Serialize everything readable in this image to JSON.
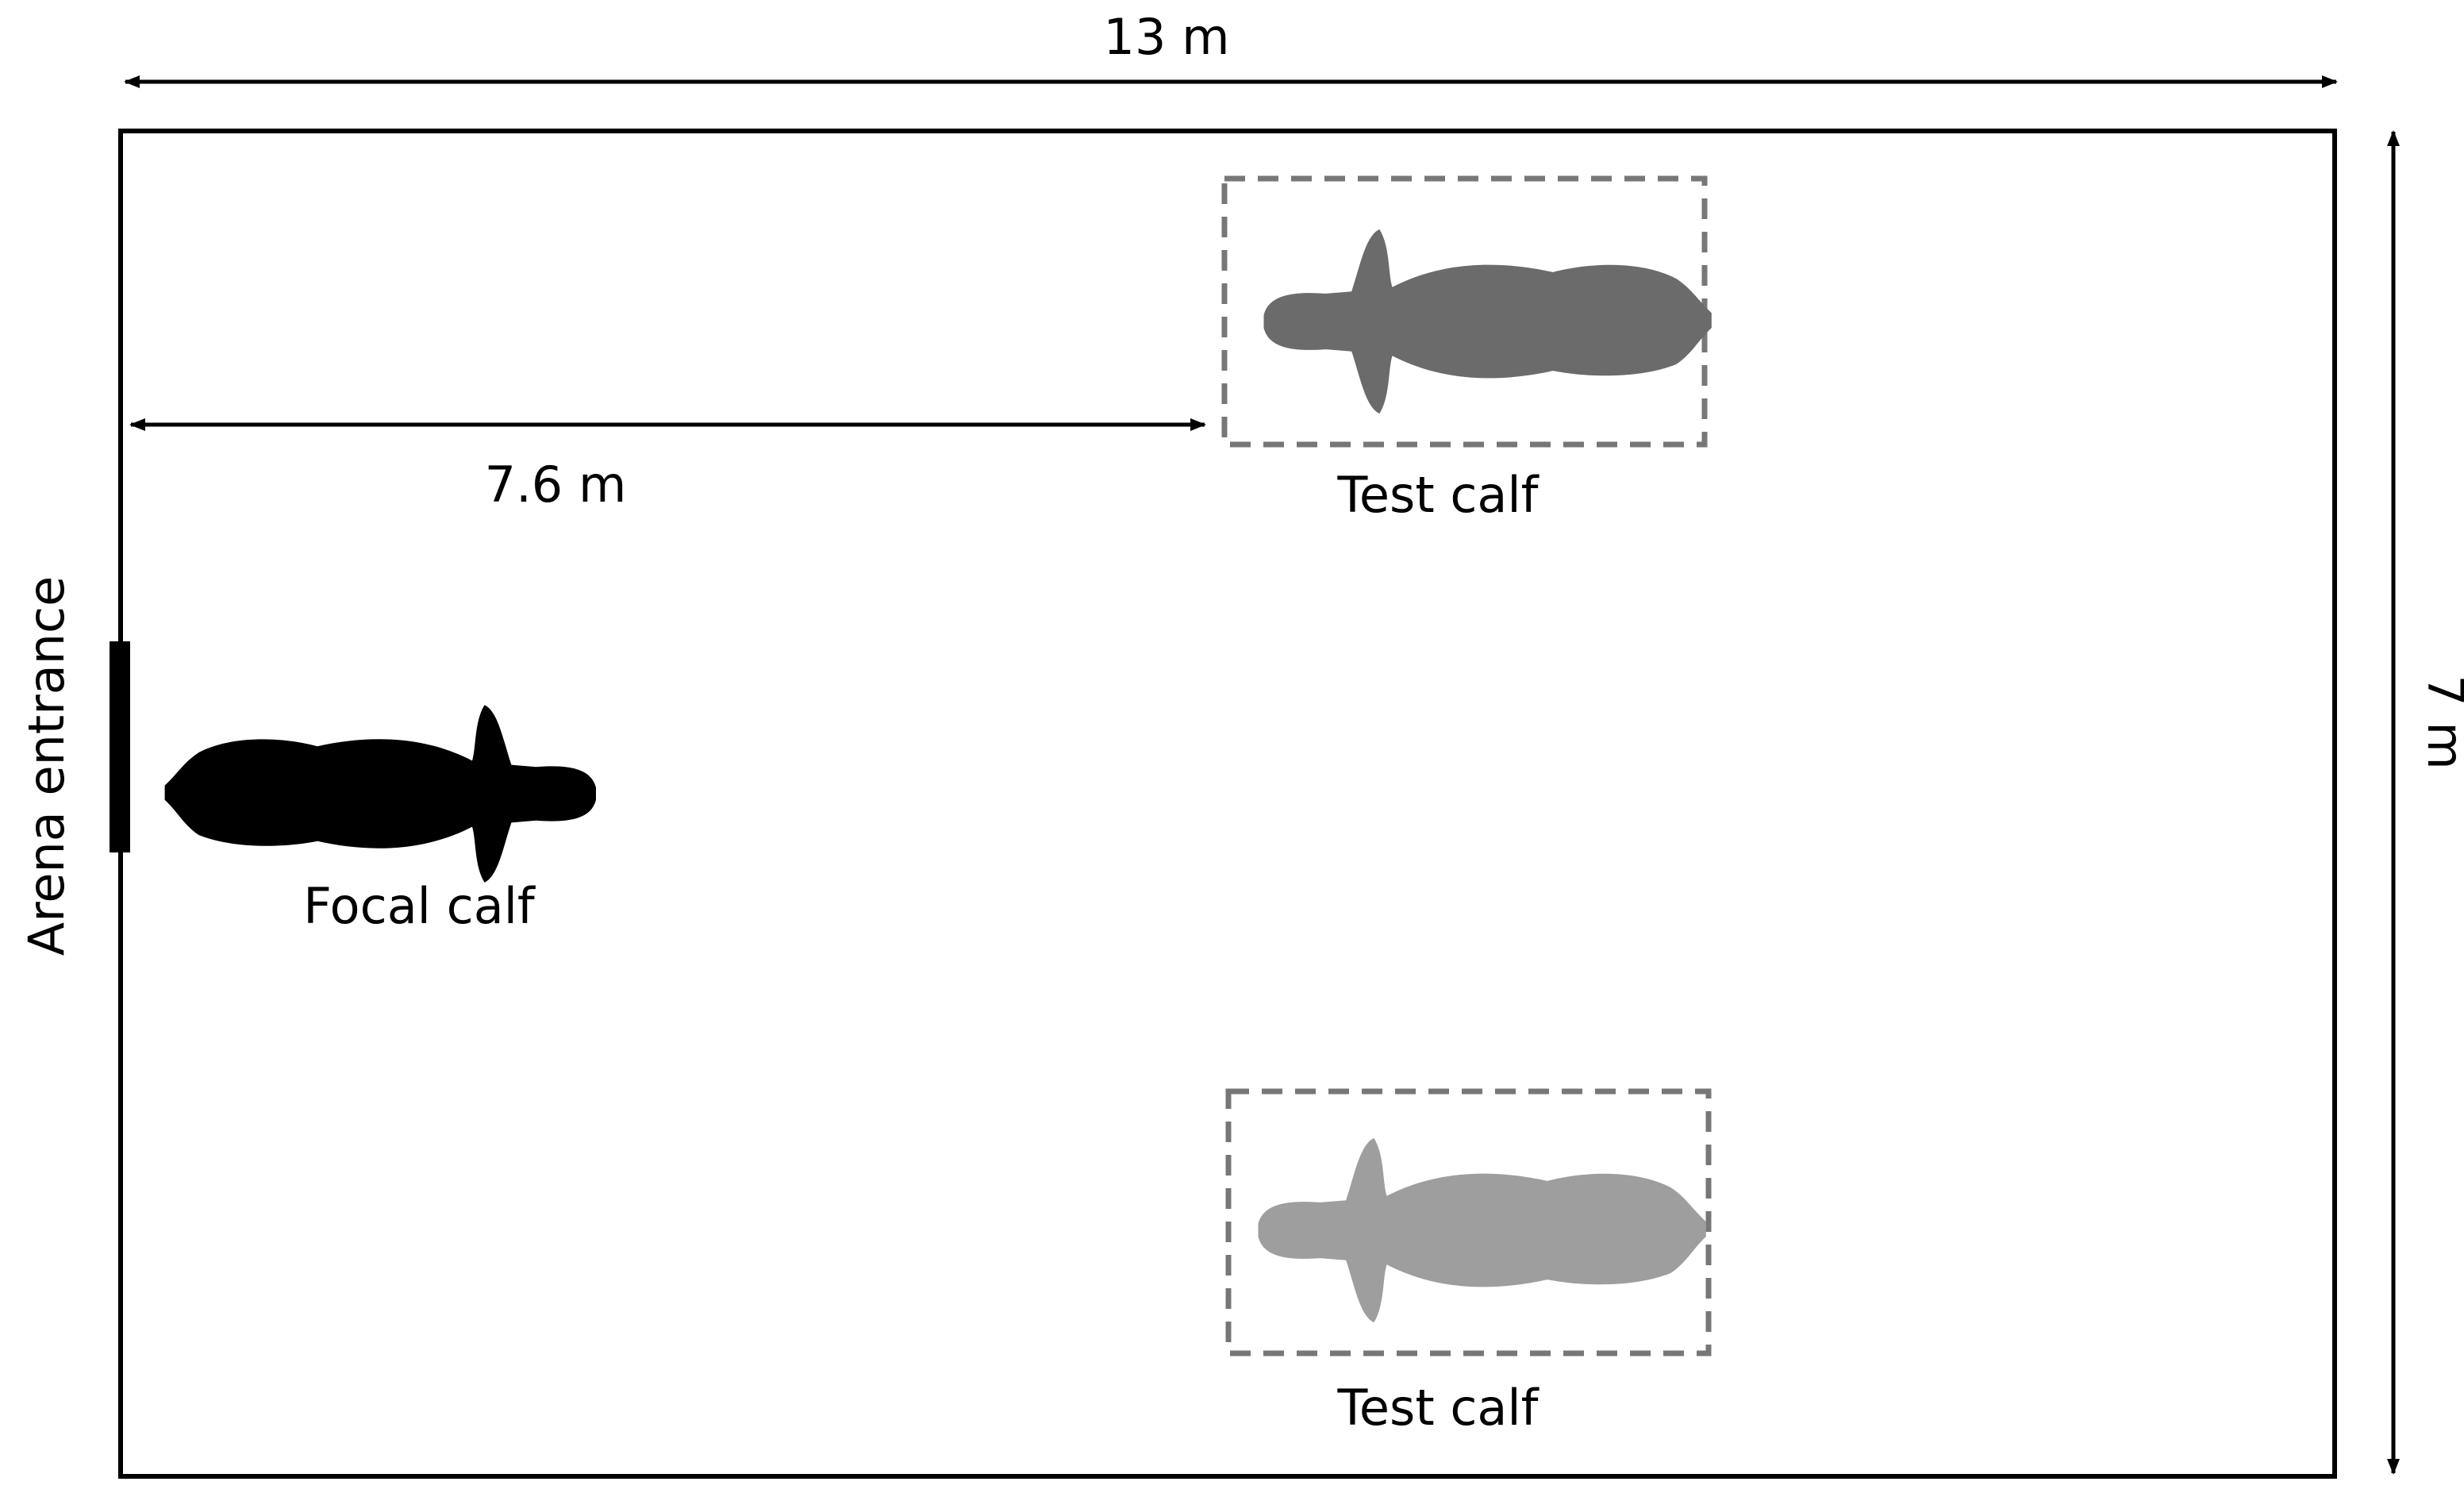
{
  "diagram": {
    "arena_width_label": "13 m",
    "arena_height_label": "7 m",
    "distance_label": "7.6 m",
    "entrance_label": "Arena entrance",
    "focal_calf_label": "Focal calf",
    "test_calf_top_label": "Test calf",
    "test_calf_bottom_label": "Test calf"
  },
  "colors": {
    "focal_calf": "#000000",
    "test_calf_top": "#6b6b6b",
    "test_calf_bottom": "#9e9e9e",
    "enclosure_dash": "#777777",
    "outline": "#000000"
  }
}
